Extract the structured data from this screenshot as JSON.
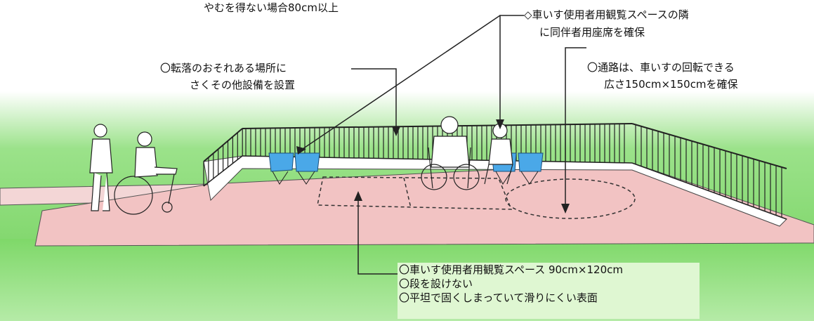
{
  "labels": {
    "top_left": "やむを得ない場合80cm以上",
    "companion_seat_1": "◇車いす使用者用観覧スペースの隣",
    "companion_seat_2": "に同伴者用座席を確保",
    "fence_1": "〇転落のおそれある場所に",
    "fence_2": "さくその他設備を設置",
    "passage_1": "〇通路は、車いすの回転できる",
    "passage_2": "広さ150cm×150cmを確保"
  },
  "bottom_box": {
    "line1": "〇車いす使用者用観覧スペース 90cm×120cm",
    "line2": "〇段を設けない",
    "line3": "〇平坦で固くしまっていて滑りにくい表面"
  },
  "colors": {
    "grass": "#7fd66a",
    "floor": "#f2c3c3",
    "seat": "#4aa8e8",
    "box": "#dff7d2"
  }
}
